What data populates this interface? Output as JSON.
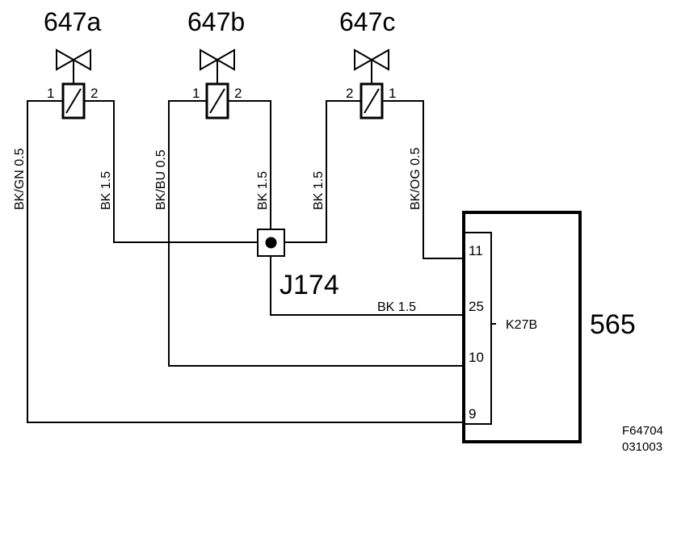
{
  "components": {
    "valve_a": {
      "label": "647a",
      "pin_left": "1",
      "pin_right": "2"
    },
    "valve_b": {
      "label": "647b",
      "pin_left": "1",
      "pin_right": "2"
    },
    "valve_c": {
      "label": "647c",
      "pin_left": "2",
      "pin_right": "1"
    },
    "junction": {
      "label": "J174"
    },
    "module": {
      "label": "565",
      "connector": "K27B",
      "pins": [
        "11",
        "25",
        "10",
        "9"
      ]
    }
  },
  "wires": {
    "bk_gn": "BK/GN  0.5",
    "bk_a": "BK 1.5",
    "bk_bu": "BK/BU  0.5",
    "bk_b": "BK 1.5",
    "bk_c": "BK 1.5",
    "bk_og": "BK/OG  0.5",
    "bk_25": "BK  1.5"
  },
  "footer": {
    "figure_id": "F64704",
    "date_code": "031003"
  }
}
